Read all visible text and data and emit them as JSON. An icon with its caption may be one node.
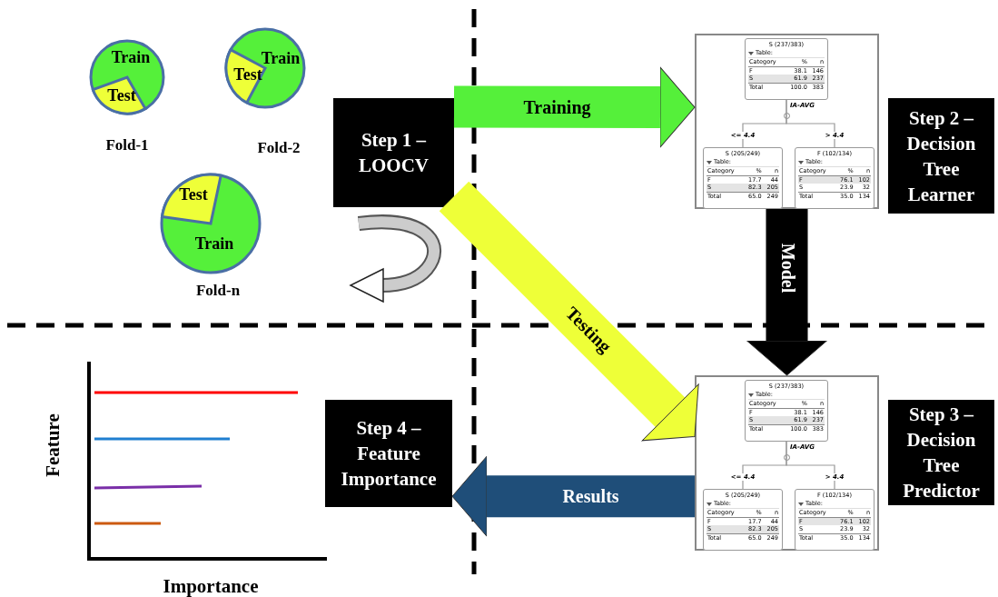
{
  "diagram": {
    "nodes": [
      {
        "text": [
          "Train",
          "Test"
        ],
        "beside": [
          "Fold-1"
        ]
      },
      {
        "text": [
          "Train",
          "Test"
        ],
        "beside": [
          "Fold-2"
        ]
      },
      {
        "text": [
          "Test",
          "Train"
        ],
        "beside": [
          "Fold-n"
        ]
      },
      {
        "text": [
          "Step 1 – LOOCV"
        ]
      },
      {
        "text": [],
        "shape": "box"
      },
      {
        "text": [
          "S (237/383)",
          "Table:",
          "Category",
          "%",
          "n",
          "F",
          "38.1",
          "146",
          "S",
          "61.9",
          "237",
          "Total",
          "100.0",
          "383"
        ],
        "beside": [
          "IA-AVG"
        ],
        "in": 4
      },
      {
        "text": [
          "S (205/249)",
          "Table:",
          "Category",
          "%",
          "n",
          "F",
          "17.7",
          "44",
          "S",
          "82.3",
          "205",
          "Total",
          "65.0",
          "249"
        ],
        "in": 4
      },
      {
        "text": [
          "F (102/134)",
          "Table:",
          "Category",
          "%",
          "n",
          "F",
          "76.1",
          "102",
          "S",
          "23.9",
          "32",
          "Total",
          "35.0",
          "134"
        ],
        "in": 4
      },
      {
        "text": [
          "Step 2 – Decision Tree Learner"
        ]
      },
      {
        "text": [],
        "shape": "box"
      },
      {
        "text": [
          "S (237/383)",
          "Table:",
          "Category",
          "%",
          "n",
          "F",
          "38.1",
          "146",
          "S",
          "61.9",
          "237",
          "Total",
          "100.0",
          "383"
        ],
        "beside": [
          "IA-AVG"
        ],
        "in": 9
      },
      {
        "text": [
          "S (205/249)",
          "Table:",
          "Category",
          "%",
          "n",
          "F",
          "17.7",
          "44",
          "S",
          "82.3",
          "205",
          "Total",
          "65.0",
          "249"
        ],
        "in": 9
      },
      {
        "text": [
          "F (102/134)",
          "Table:",
          "Category",
          "%",
          "n",
          "F",
          "76.1",
          "102",
          "S",
          "23.9",
          "32",
          "Total",
          "35.0",
          "134"
        ],
        "in": 9
      },
      {
        "text": [
          "Step 3 – Decision Tree Predictor"
        ]
      },
      {
        "text": [
          "Step 4 – Feature Importance"
        ]
      }
    ],
    "edges": [
      {
        "from": 5,
        "to": 6,
        "arrow": "none",
        "label": "<= 4.4",
        "color": "#999999"
      },
      {
        "from": 5,
        "to": 7,
        "arrow": "none",
        "label": "> 4.4",
        "color": "#999999"
      },
      {
        "from": 10,
        "to": 11,
        "arrow": "none",
        "label": "<= 4.4",
        "color": "#999999"
      },
      {
        "from": 10,
        "to": 12,
        "arrow": "none",
        "label": "> 4.4",
        "color": "#999999"
      },
      {
        "from": 3,
        "to": 4,
        "arrow": "to",
        "label": "Training",
        "style": "thick",
        "color": "#55f03a"
      },
      {
        "from": 4,
        "to": 9,
        "arrow": "to",
        "label": "Model",
        "style": "thick",
        "color": "#000000"
      },
      {
        "from": 3,
        "to": 9,
        "arrow": "to",
        "label": "Testing",
        "style": "thick",
        "color": "#eeff38"
      },
      {
        "from": 9,
        "to": 14,
        "arrow": "to",
        "label": "Results",
        "style": "thick",
        "color": "#1f4e79"
      }
    ],
    "labels": [
      "Feature",
      "Importance"
    ]
  }
}
